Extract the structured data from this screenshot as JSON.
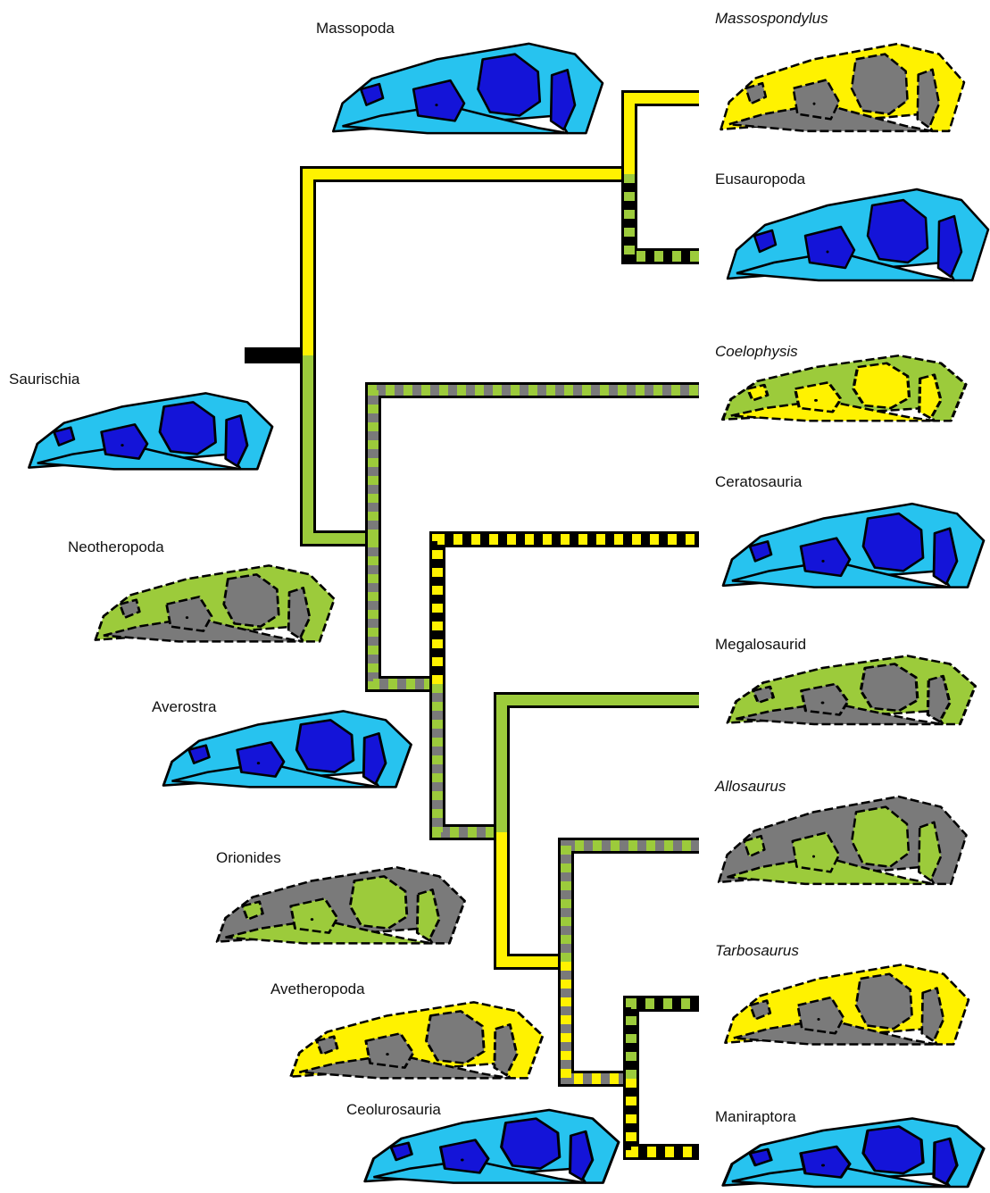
{
  "colors": {
    "yellow": "#fff200",
    "green": "#9ccb3b",
    "gray": "#7a7a7a",
    "black": "#000000",
    "cyan": "#27c3ef",
    "blue": "#1414d8"
  },
  "tree": {
    "root_marker": "black-bar",
    "branch_styles": {
      "saurischia_to_massopoda": "yellow",
      "saurischia_to_neotheropoda": "green",
      "massopoda_to_massospondylus": "yellow",
      "massopoda_to_eusauropoda": "black-green-dashed",
      "neotheropoda_to_coelophysis": "gray-green-dashed",
      "neotheropoda_to_averostra": "gray-green-dashed",
      "averostra_to_ceratosauria": "black-yellow-dashed",
      "averostra_to_orionides": "gray-green-dashed",
      "orionides_to_megalosaurid": "green",
      "orionides_to_avetheropoda": "yellow",
      "avetheropoda_to_allosaurus": "gray-green-dashed",
      "avetheropoda_to_coelurosauria": "gray-yellow-dashed",
      "coelurosauria_to_tarbosaurus": "black-green-dashed",
      "coelurosauria_to_maniraptora": "black-yellow-dashed"
    }
  },
  "nodes": {
    "massopoda": {
      "label": "Massopoda",
      "style": "cyan-blue"
    },
    "saurischia": {
      "label": "Saurischia",
      "style": "cyan-blue"
    },
    "neotheropoda": {
      "label": "Neotheropoda",
      "style": "green-gray"
    },
    "averostra": {
      "label": "Averostra",
      "style": "cyan-blue"
    },
    "orionides": {
      "label": "Orionides",
      "style": "gray-green"
    },
    "avetheropoda": {
      "label": "Avetheropoda",
      "style": "yellow-gray"
    },
    "coelurosauria": {
      "label": "Ceolurosauria",
      "style": "cyan-blue"
    }
  },
  "terminals": [
    {
      "key": "massospondylus",
      "label": "Massospondylus",
      "italic": true,
      "style": "yellow-gray"
    },
    {
      "key": "eusauropoda",
      "label": "Eusauropoda",
      "italic": false,
      "style": "cyan-blue"
    },
    {
      "key": "coelophysis",
      "label": "Coelophysis",
      "italic": true,
      "style": "green-yellow"
    },
    {
      "key": "ceratosauria",
      "label": "Ceratosauria",
      "italic": false,
      "style": "cyan-blue"
    },
    {
      "key": "megalosaurid",
      "label": "Megalosaurid",
      "italic": false,
      "style": "green-gray"
    },
    {
      "key": "allosaurus",
      "label": "Allosaurus",
      "italic": true,
      "style": "gray-green"
    },
    {
      "key": "tarbosaurus",
      "label": "Tarbosaurus",
      "italic": true,
      "style": "yellow-gray"
    },
    {
      "key": "maniraptora",
      "label": "Maniraptora",
      "italic": false,
      "style": "cyan-blue"
    }
  ]
}
